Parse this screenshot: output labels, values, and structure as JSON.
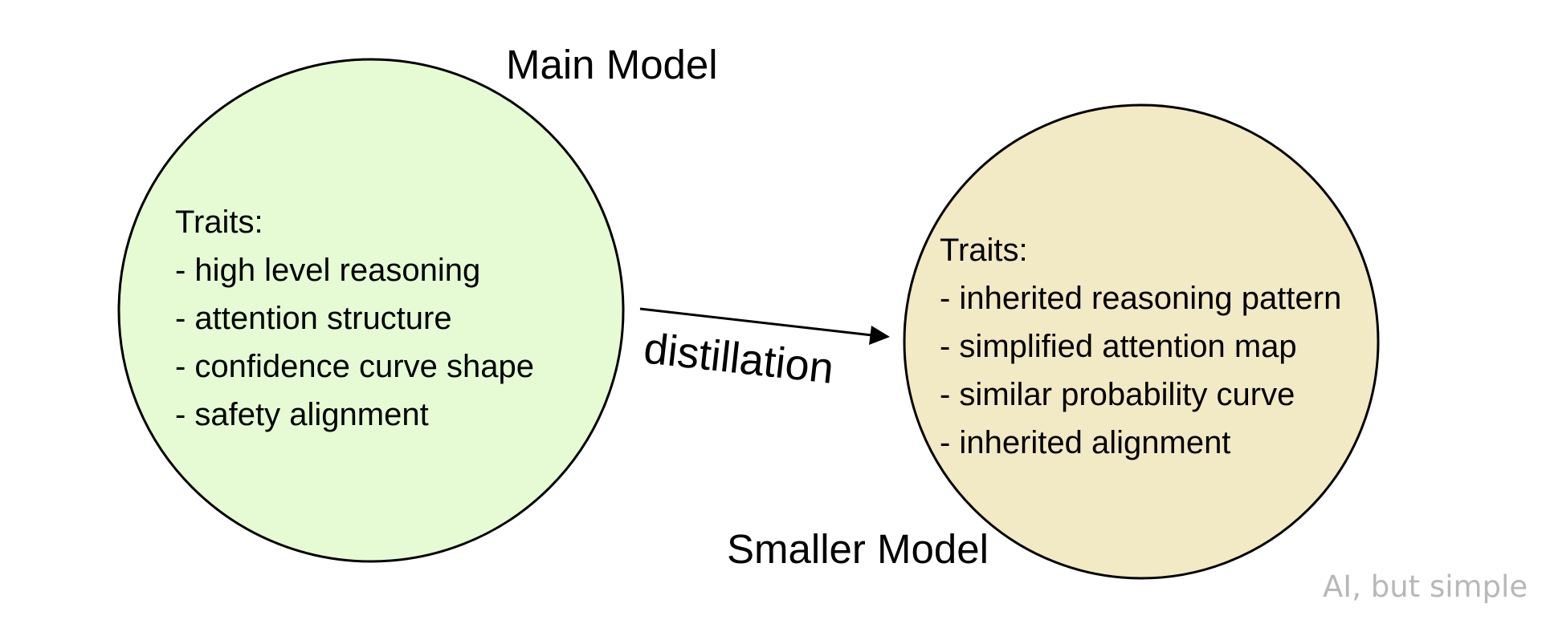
{
  "diagram": {
    "type": "distillation-diagram",
    "nodes": [
      {
        "id": "main",
        "title": "Main Model",
        "fill": "#e6fbd4",
        "stroke": "#000000",
        "traits_heading": "Traits:",
        "traits": [
          "- high level reasoning",
          "- attention structure",
          "- confidence curve shape",
          "- safety alignment"
        ]
      },
      {
        "id": "small",
        "title": "Smaller Model",
        "fill": "#f2e9c5",
        "stroke": "#000000",
        "traits_heading": "Traits:",
        "traits": [
          "- inherited reasoning pattern",
          "- simplified attention map",
          "- similar probability curve",
          "- inherited alignment"
        ]
      }
    ],
    "edges": [
      {
        "from": "main",
        "to": "small",
        "label": "distillation",
        "color": "#000000"
      }
    ]
  },
  "watermark": "AI, but simple"
}
